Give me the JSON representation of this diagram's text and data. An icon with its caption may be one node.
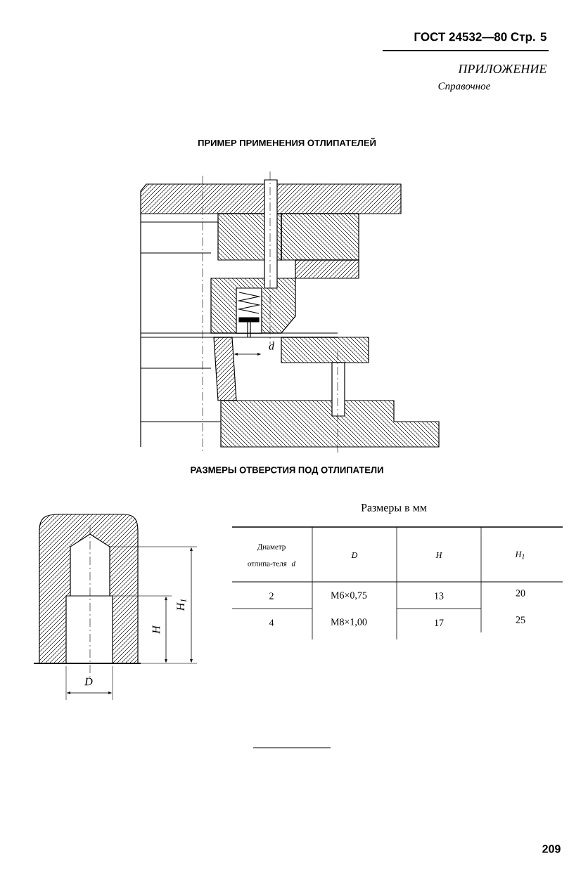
{
  "diagram": {
    "labels": [
      "**ГОСТ 24532—80** Стр. 5",
      "ПРИЛОЖЕНИЕ",
      "Справочное",
      "ПРИМЕР ПРИМЕНЕНИЯ ОТЛИПАТЕЛЕЙ",
      "d",
      "РАЗМЕРЫ ОТВЕРСТИЯ ПОД ОТЛИПАТЕЛИ",
      "Размеры в мм",
      "H$_{1}$",
      "H",
      "D",
      "Диаметр отлипа-теля *d*",
      "D",
      "H",
      "H$_{1}$",
      "2",
      "M6×0,75",
      "13",
      "20",
      "4",
      "M8×1,00",
      "17",
      "25",
      "209"
    ]
  }
}
